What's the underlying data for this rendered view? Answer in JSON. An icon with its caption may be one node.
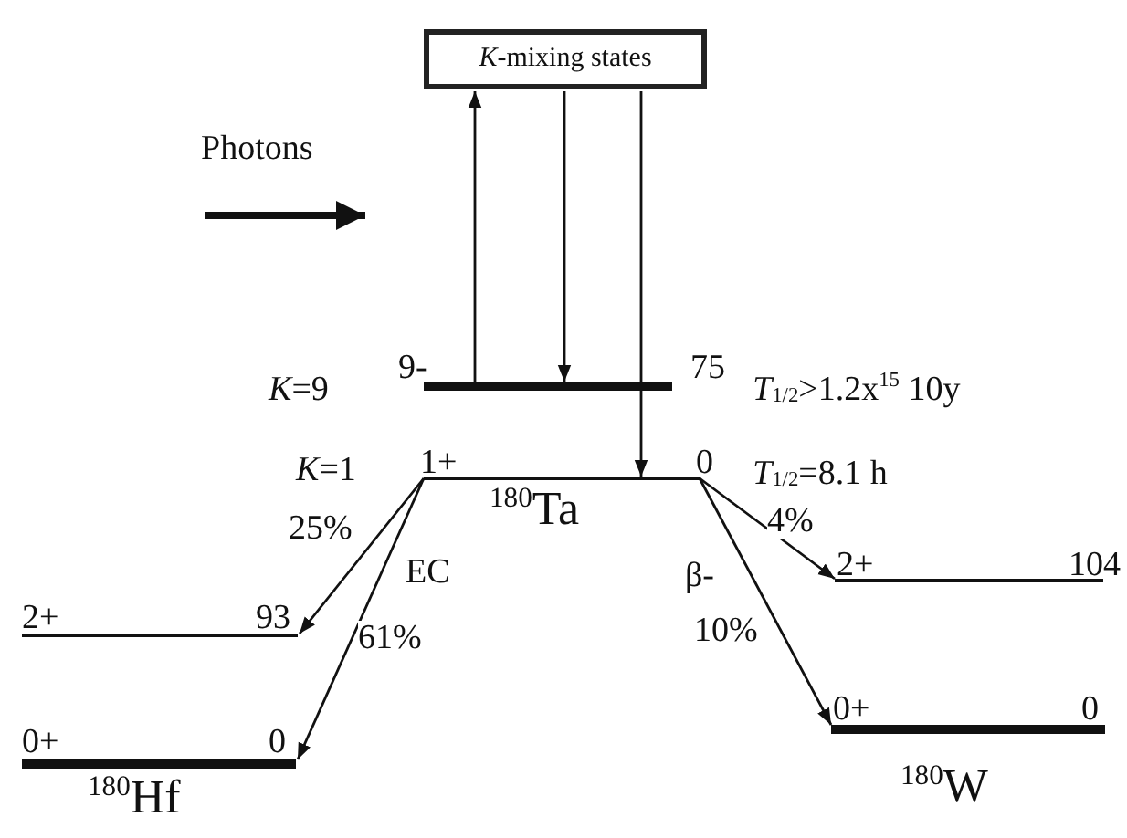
{
  "diagram": {
    "nodes": [
      {
        "text": [
          "*K*-mixing states"
        ]
      },
      {
        "text": [],
        "shape": "bar",
        "beside": [
          "*K*=9",
          "9-",
          "75",
          "*T*$_{1/2}$>1.2x$^{15}$ 10y"
        ]
      },
      {
        "text": [],
        "shape": "bar",
        "beside": [
          "*K*=1",
          "1+",
          "0",
          "*T*$_{1/2}$=8.1 h",
          "$^{180}$Ta"
        ]
      },
      {
        "text": [],
        "shape": "bar",
        "beside": [
          "2+",
          "93"
        ]
      },
      {
        "text": [],
        "shape": "bar",
        "beside": [
          "0+",
          "0",
          "$^{180}$Hf"
        ]
      },
      {
        "text": [],
        "shape": "bar",
        "beside": [
          "2+",
          "104"
        ]
      },
      {
        "text": [],
        "shape": "bar",
        "beside": [
          "0+",
          "0",
          "$^{180}$W"
        ]
      }
    ],
    "edges": [
      {
        "from": 1,
        "to": 0,
        "arrow": "to"
      },
      {
        "from": 0,
        "to": 1,
        "arrow": "to"
      },
      {
        "from": 0,
        "to": 2,
        "arrow": "to"
      },
      {
        "from": 2,
        "to": 3,
        "arrow": "to",
        "label": "25%"
      },
      {
        "from": 2,
        "to": 4,
        "arrow": "to",
        "label": "61%"
      },
      {
        "from": 2,
        "to": 5,
        "arrow": "to",
        "label": "4%"
      },
      {
        "from": 2,
        "to": 6,
        "arrow": "to",
        "label": "10%"
      }
    ],
    "labels": [
      "Photons",
      "EC",
      "β-"
    ]
  }
}
